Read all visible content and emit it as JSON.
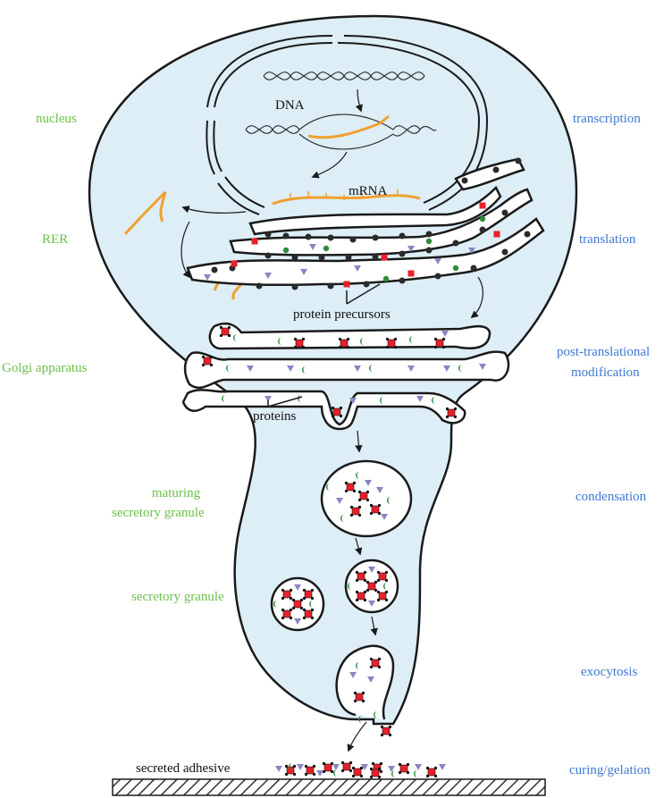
{
  "colors": {
    "stage_label": "#6cc04a",
    "process_label": "#3f78d1",
    "cell_fill": "#ddeef6",
    "outline": "#1a1a1a",
    "mrna": "#f0a030",
    "protein_red": "#e8202a",
    "protein_green": "#2e8b3a",
    "protein_purple": "#8a86c4",
    "ribosome": "#2a2a2a"
  },
  "stages": [
    "nucleus",
    "RER",
    "Golgi apparatus",
    "maturing",
    "secretory granule",
    "secretory granule"
  ],
  "processes": [
    "transcription",
    "translation",
    "post-translational",
    "modification",
    "condensation",
    "exocytosis",
    "curing/gelation"
  ],
  "inner_labels": {
    "dna": "DNA",
    "mrna": "mRNA",
    "protein_precursors": "protein precursors",
    "proteins": "proteins",
    "secreted_adhesive": "secreted adhesive"
  },
  "icons": {
    "dna": "double-helix-icon",
    "mrna": "mrna-strand-icon",
    "ribosome": "ribosome-dot-icon",
    "red_protein": "red-star-protein-icon",
    "green_protein": "green-crescent-protein-icon",
    "purple_protein": "purple-triangle-protein-icon",
    "substrate": "hatched-substrate-icon"
  }
}
